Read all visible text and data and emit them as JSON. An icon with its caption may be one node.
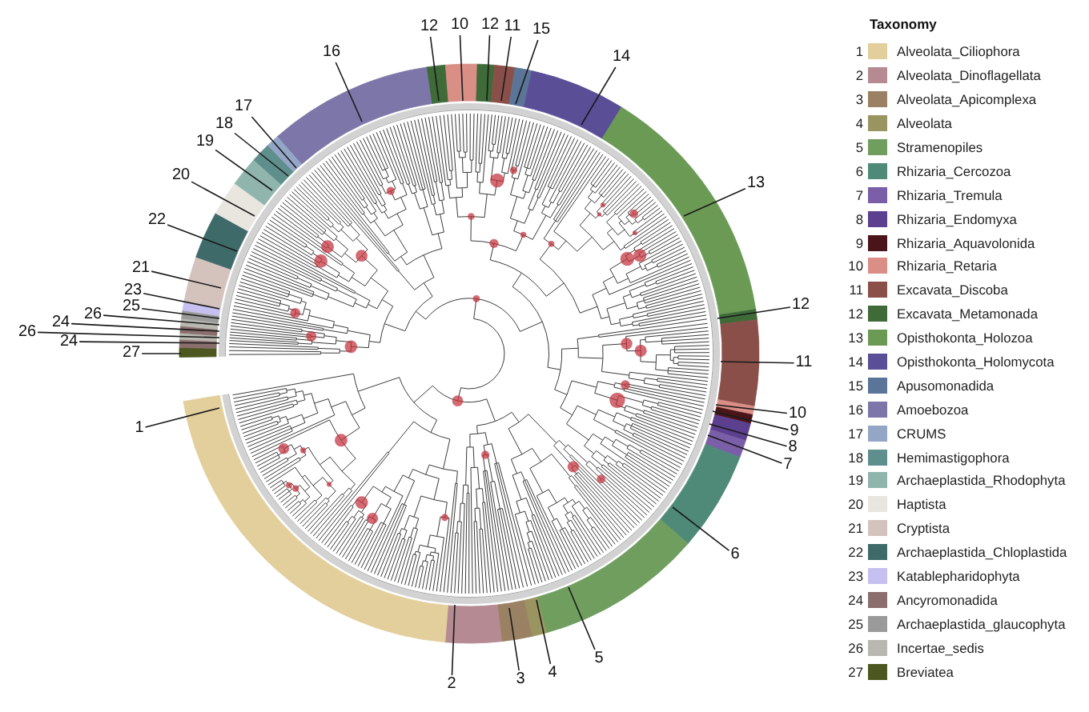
{
  "diagram": {
    "nodes": [
      {
        "text": [
          "16"
        ]
      },
      {
        "text": [
          "12"
        ]
      },
      {
        "text": [
          "10"
        ]
      },
      {
        "text": [
          "12"
        ]
      },
      {
        "text": [
          "11"
        ]
      },
      {
        "text": [
          "15"
        ]
      },
      {
        "text": [
          "14"
        ]
      },
      {
        "text": [
          "13"
        ]
      },
      {
        "text": [
          "12"
        ]
      },
      {
        "text": [
          "11"
        ]
      },
      {
        "text": [
          "10"
        ]
      },
      {
        "text": [
          "9"
        ]
      },
      {
        "text": [
          "8"
        ]
      },
      {
        "text": [
          "7"
        ]
      },
      {
        "text": [
          "6"
        ]
      },
      {
        "text": [
          "5"
        ]
      },
      {
        "text": [
          "4"
        ]
      },
      {
        "text": [
          "3"
        ]
      },
      {
        "text": [
          "2"
        ]
      },
      {
        "text": [
          "1"
        ]
      },
      {
        "text": [
          "27"
        ]
      },
      {
        "text": [
          "24"
        ]
      },
      {
        "text": [
          "26"
        ]
      },
      {
        "text": [
          "24"
        ]
      },
      {
        "text": [
          "26"
        ]
      },
      {
        "text": [
          "25"
        ]
      },
      {
        "text": [
          "23"
        ]
      },
      {
        "text": [
          "21"
        ]
      },
      {
        "text": [
          "22"
        ]
      },
      {
        "text": [
          "20"
        ]
      },
      {
        "text": [
          "19"
        ]
      },
      {
        "text": [
          "18"
        ]
      },
      {
        "text": [
          "17"
        ]
      }
    ],
    "edges": [
      {
        "from": 0,
        "to": null,
        "arrow": "none"
      },
      {
        "from": 1,
        "to": null,
        "arrow": "none"
      },
      {
        "from": 2,
        "to": null,
        "arrow": "none"
      },
      {
        "from": 3,
        "to": null,
        "arrow": "none"
      },
      {
        "from": 4,
        "to": null,
        "arrow": "none"
      },
      {
        "from": 5,
        "to": null,
        "arrow": "none"
      },
      {
        "from": 6,
        "to": null,
        "arrow": "none"
      },
      {
        "from": 7,
        "to": null,
        "arrow": "none"
      },
      {
        "from": 8,
        "to": null,
        "arrow": "none"
      },
      {
        "from": 9,
        "to": null,
        "arrow": "none"
      },
      {
        "from": 10,
        "to": null,
        "arrow": "none"
      },
      {
        "from": 11,
        "to": null,
        "arrow": "none"
      },
      {
        "from": 12,
        "to": null,
        "arrow": "none"
      },
      {
        "from": 13,
        "to": null,
        "arrow": "none"
      },
      {
        "from": 14,
        "to": null,
        "arrow": "none"
      },
      {
        "from": 15,
        "to": null,
        "arrow": "none"
      },
      {
        "from": 16,
        "to": null,
        "arrow": "none"
      },
      {
        "from": 17,
        "to": null,
        "arrow": "none"
      },
      {
        "from": 18,
        "to": null,
        "arrow": "none"
      },
      {
        "from": 19,
        "to": null,
        "arrow": "none"
      },
      {
        "from": 20,
        "to": null,
        "arrow": "none"
      },
      {
        "from": 21,
        "to": null,
        "arrow": "none"
      },
      {
        "from": 22,
        "to": null,
        "arrow": "none"
      },
      {
        "from": 23,
        "to": null,
        "arrow": "none"
      },
      {
        "from": 24,
        "to": null,
        "arrow": "none"
      },
      {
        "from": 25,
        "to": null,
        "arrow": "none"
      },
      {
        "from": 26,
        "to": null,
        "arrow": "none"
      },
      {
        "from": 27,
        "to": null,
        "arrow": "none"
      },
      {
        "from": 28,
        "to": null,
        "arrow": "none"
      },
      {
        "from": 29,
        "to": null,
        "arrow": "none"
      },
      {
        "from": 30,
        "to": null,
        "arrow": "none"
      },
      {
        "from": 31,
        "to": null,
        "arrow": "none"
      },
      {
        "from": 32,
        "to": null,
        "arrow": "none"
      }
    ],
    "labels": [
      "Taxonomy",
      "1",
      "2",
      "3",
      "4",
      "5",
      "6",
      "7",
      "8",
      "9",
      "10",
      "11",
      "12",
      "13",
      "14",
      "15",
      "16",
      "17",
      "18",
      "19",
      "20",
      "21",
      "22",
      "23",
      "24",
      "25",
      "26",
      "27"
    ],
    "legend": [
      {
        "text": "Alveolata_Ciliophora",
        "color": "#e3cf9c"
      },
      {
        "text": "Alveolata_Dinoflagellata",
        "color": "#b58a93"
      },
      {
        "text": "Alveolata_Apicomplexa",
        "color": "#9a8163"
      },
      {
        "text": "Alveolata",
        "color": "#9a9560"
      },
      {
        "text": "Stramenopiles",
        "color": "#6f9e5f"
      },
      {
        "text": "Rhizaria_Cercozoa",
        "color": "#4f8a78"
      },
      {
        "text": "Rhizaria_Tremula",
        "color": "#7a5ea8"
      },
      {
        "text": "Rhizaria_Endomyxa",
        "color": "#5c3f8e"
      },
      {
        "text": "Rhizaria_Aquavolonida",
        "color": "#4a1518"
      },
      {
        "text": "Rhizaria_Retaria",
        "color": "#d98e86"
      },
      {
        "text": "Excavata_Discoba",
        "color": "#8a4f49"
      },
      {
        "text": "Excavata_Metamonada",
        "color": "#3e6b38"
      },
      {
        "text": "Opisthokonta_Holozoa",
        "color": "#6b9a55"
      },
      {
        "text": "Opisthokonta_Holomycota",
        "color": "#5a4e96"
      },
      {
        "text": "Apusomonadida",
        "color": "#5a7598"
      },
      {
        "text": "Amoebozoa",
        "color": "#7d76a9"
      },
      {
        "text": "CRUMS",
        "color": "#94a6c6"
      },
      {
        "text": "Hemimastigophora",
        "color": "#5e8f8c"
      },
      {
        "text": "Archaeplastida_Rhodophyta",
        "color": "#8fb5ad"
      },
      {
        "text": "Haptista",
        "color": "#e9e6e0"
      },
      {
        "text": "Cryptista",
        "color": "#d4c2bd"
      },
      {
        "text": "Archaeplastida_Chloplastida",
        "color": "#3f6a6a"
      },
      {
        "text": "Katablepharidophyta",
        "color": "#c5c0ef"
      },
      {
        "text": "Ancyromonadida",
        "color": "#8a6e6e"
      },
      {
        "text": "Archaeplastida_glaucophyta",
        "color": "#9a9a9a"
      },
      {
        "text": "Incertae_sedis",
        "color": "#b8b8b0"
      },
      {
        "text": "Breviatea",
        "color": "#4d5720"
      }
    ]
  }
}
